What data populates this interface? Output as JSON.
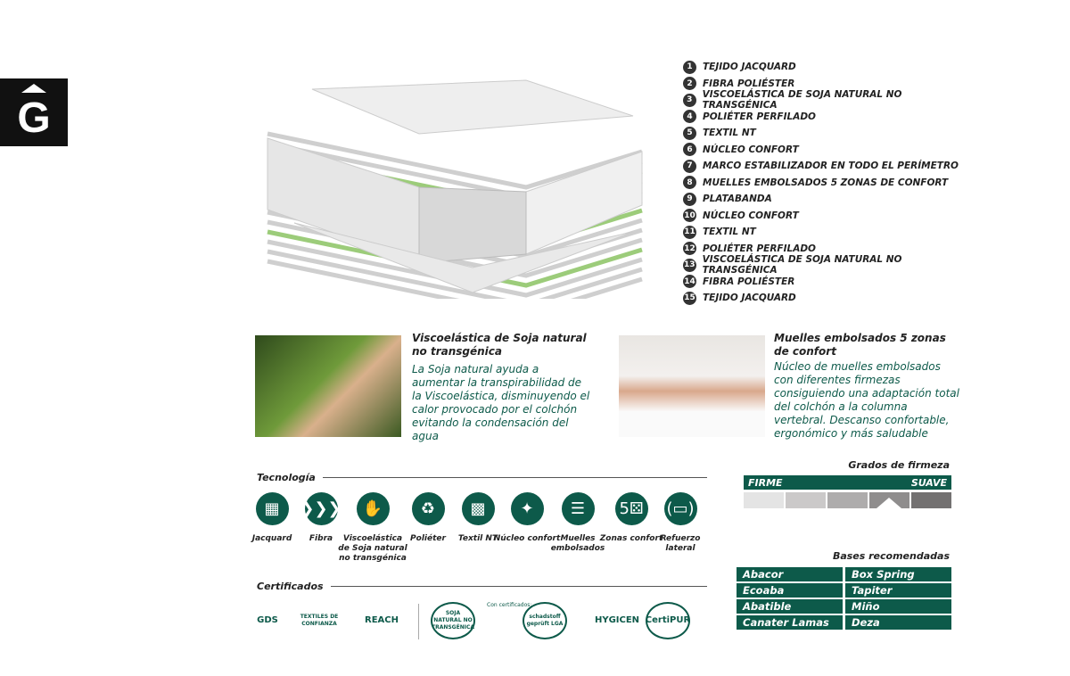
{
  "brand": {
    "logo_letter": "G"
  },
  "layers": [
    "TEJIDO JACQUARD",
    "FIBRA POLIÉSTER",
    "VISCOELÁSTICA DE SOJA NATURAL NO TRANSGÉNICA",
    "POLIÉTER PERFILADO",
    "TEXTIL NT",
    "NÚCLEO CONFORT",
    "MARCO ESTABILIZADOR EN TODO EL PERÍMETRO",
    "MUELLES EMBOLSADOS 5 ZONAS DE CONFORT",
    "PLATABANDA",
    "NÚCLEO CONFORT",
    "TEXTIL NT",
    "POLIÉTER  PERFILADO",
    "VISCOELÁSTICA DE SOJA NATURAL NO TRANSGÉNICA",
    "FIBRA POLIÉSTER",
    "TEJIDO JACQUARD"
  ],
  "layer_numbers": [
    "1",
    "2",
    "3",
    "4",
    "5",
    "6",
    "7",
    "8",
    "9",
    "10",
    "11",
    "12",
    "13",
    "14",
    "15"
  ],
  "features": [
    {
      "title": "Viscoelástica de Soja natural no transgénica",
      "text": "La Soja natural ayuda a aumentar la transpirabilidad de la Viscoelástica, disminuyendo el calor provocado por el colchón evitando la condensación del agua"
    },
    {
      "title": "Muelles embolsados 5 zonas de confort",
      "text": "Núcleo de muelles embolsados con diferentes firmezas consiguiendo una adaptación total del colchón a la columna vertebral. Descanso confortable, ergonómico y más saludable"
    }
  ],
  "tecnologia": {
    "title": "Tecnología",
    "items": [
      {
        "label": "Jacquard",
        "icon": "▦"
      },
      {
        "label": "Fibra",
        "icon": "❯❯❯"
      },
      {
        "label": "Viscoelástica de Soja natural no transgénica",
        "icon": "✋"
      },
      {
        "label": "Poliéter",
        "icon": "♻"
      },
      {
        "label": "Textil NT",
        "icon": "▩"
      },
      {
        "label": "Núcleo confort",
        "icon": "✦"
      },
      {
        "label": "Muelles embolsados",
        "icon": "☰"
      },
      {
        "label": "Zonas confort",
        "icon": "5⚄"
      },
      {
        "label": "Refuerzo lateral",
        "icon": "(▭)"
      }
    ]
  },
  "firmeza": {
    "title": "Grados de firmeza",
    "firm": "FIRME",
    "soft": "SUAVE",
    "selected_level": 4,
    "levels": 5,
    "colors": [
      "#e4e4e4",
      "#cbc9c9",
      "#aeacac",
      "#8f8d8d",
      "#737171"
    ]
  },
  "bases": {
    "title": "Bases recomendadas",
    "items": [
      "Abacor",
      "Box Spring",
      "Ecoaba",
      "Tapiter",
      "Abatible",
      "Miño",
      "Canater Lamas",
      "Deza"
    ]
  },
  "certificados": {
    "title": "Certificados",
    "items": [
      "GDS",
      "TEXTILES DE CONFIANZA",
      "REACH",
      "SOJA NATURAL NO TRANSGÉNICA",
      "schadstoff geprüft LGA",
      "HYGICEN",
      "CertiPUR"
    ],
    "with_label": "Con certificados:"
  },
  "colors": {
    "accent": "#0d5a4a"
  }
}
